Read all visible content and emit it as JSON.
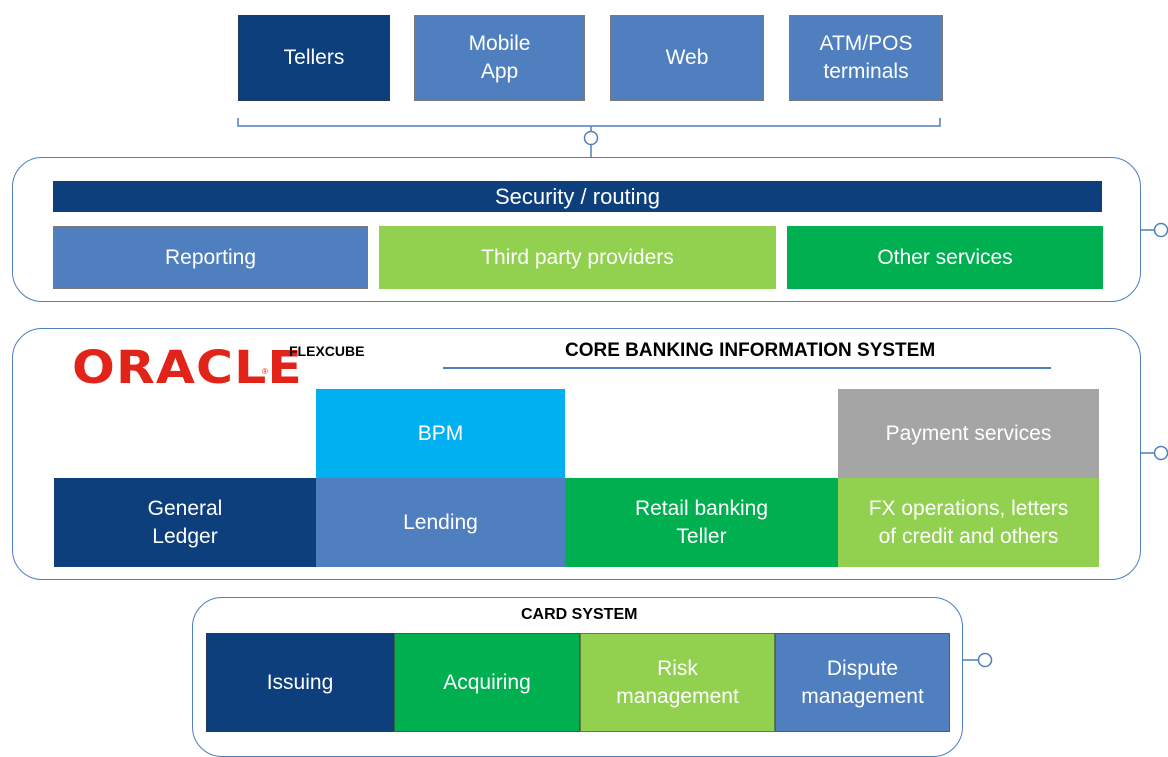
{
  "colors": {
    "dark_blue": "#0c3f7c",
    "mid_blue": "#4f7fbf",
    "sky_blue": "#00b0f0",
    "light_green": "#92d050",
    "green": "#00b050",
    "gray": "#a5a5a5",
    "oracle_red": "#e2231a"
  },
  "channels": [
    {
      "label": "Tellers"
    },
    {
      "label": "Mobile\nApp"
    },
    {
      "label": "Web"
    },
    {
      "label": "ATM/POS\nterminals"
    }
  ],
  "middleware": {
    "security_label": "Security / routing",
    "reporting_label": "Reporting",
    "third_party_label": "Third party providers",
    "other_services_label": "Other services"
  },
  "core": {
    "logo_text": "ORACLE",
    "product_label": "FLEXCUBE",
    "title": "CORE BANKING INFORMATION SYSTEM",
    "bpm_label": "BPM",
    "payment_label": "Payment services",
    "modules": [
      {
        "label": "General\nLedger"
      },
      {
        "label": "Lending"
      },
      {
        "label": "Retail banking\nTeller"
      },
      {
        "label": "FX operations, letters\nof credit and others"
      }
    ]
  },
  "cards": {
    "title": "CARD SYSTEM",
    "modules": [
      {
        "label": "Issuing"
      },
      {
        "label": "Acquiring"
      },
      {
        "label": "Risk\nmanagement"
      },
      {
        "label": "Dispute\nmanagement"
      }
    ]
  }
}
